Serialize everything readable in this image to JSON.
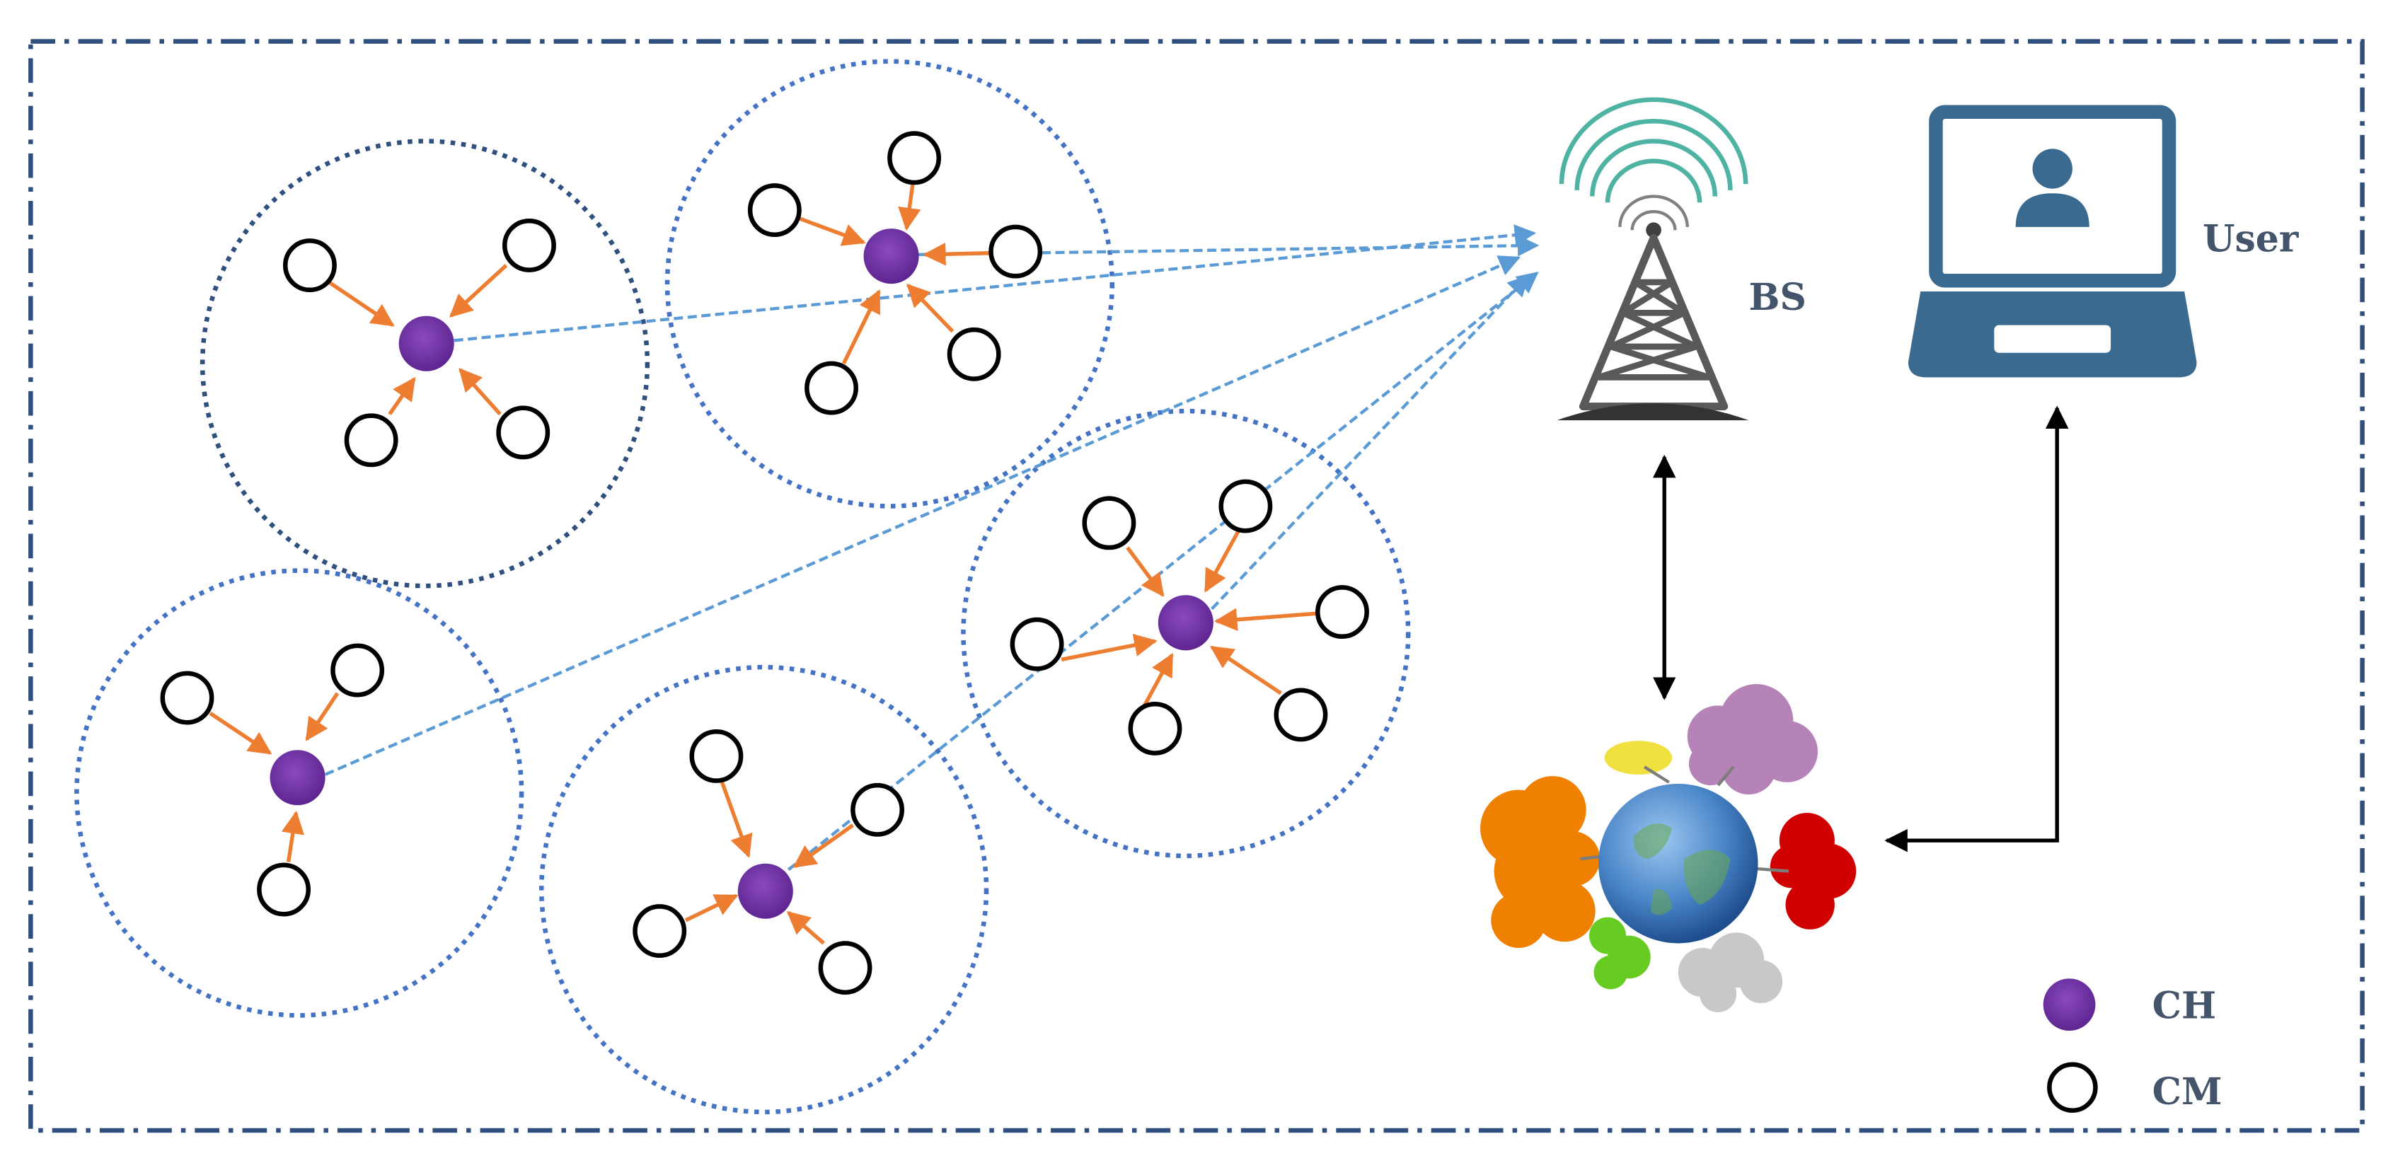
{
  "labels": {
    "bs": "BS",
    "user": "User"
  },
  "legend": {
    "ch_label": "CH",
    "cm_label": "CM"
  },
  "colors": {
    "frame": "#2f4f7f",
    "cluster_dotted": "#4472c4",
    "cluster_dark": "#2f4f7f",
    "cluster_head": "#7030a0",
    "intra_arrow": "#ed7d31",
    "uplink": "#5b9bd5",
    "bidirectional": "#000000",
    "tower": "#595959",
    "waves": "#4fb3a3",
    "laptop": "#3a6a8f",
    "cloud_orange": "#f08000",
    "cloud_red": "#d00000",
    "cloud_purple": "#b583b8",
    "cloud_yellow": "#f0e040",
    "cloud_green": "#66cc22",
    "cloud_gray": "#c8c8c8",
    "globe": "#4a86c8"
  },
  "icons": [
    "cell-tower-icon",
    "laptop-user-icon",
    "cloud-globe-icon"
  ],
  "clusters": [
    {
      "name": "cluster-1",
      "members": 4
    },
    {
      "name": "cluster-2",
      "members": 5
    },
    {
      "name": "cluster-3",
      "members": 3
    },
    {
      "name": "cluster-4",
      "members": 4
    },
    {
      "name": "cluster-5",
      "members": 6
    }
  ]
}
